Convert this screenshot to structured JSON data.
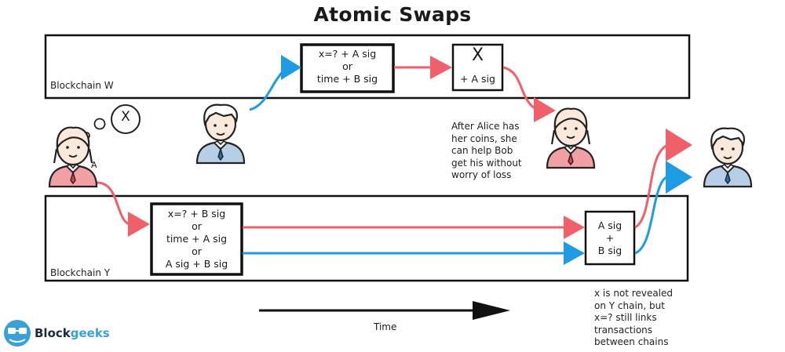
{
  "title": "Atomic Swaps",
  "chains": {
    "w_label": "Blockchain W",
    "y_label": "Blockchain Y"
  },
  "w_contract": {
    "line1": "x=? + A sig",
    "line2": "or",
    "line3": "time + B sig"
  },
  "w_claim": {
    "symbol": "X",
    "line2": "+ A sig"
  },
  "y_contract": {
    "line1": "x=? + B sig",
    "line2": "or",
    "line3": "time + A sig",
    "line4": "or",
    "line5": "A sig + B sig"
  },
  "y_claim": {
    "line1": "A sig",
    "line2": "+",
    "line3": "B sig"
  },
  "thought_symbol": "X",
  "alice_tag": "A",
  "note_alice": [
    "After Alice has",
    "her coins, she",
    "can help Bob",
    "get his without",
    "worry of loss"
  ],
  "note_chain": [
    "x is not revealed",
    "on Y chain, but",
    "x=? still links",
    "transactions",
    "between chains"
  ],
  "time_label": "Time",
  "brand": {
    "part1": "Block",
    "part2": "geeks"
  },
  "colors": {
    "red": "#f0606a",
    "blue": "#1e9be3",
    "skin": "#fbe9dc",
    "alice_shirt": "#f2a0a4",
    "bob_shirt": "#b7cfe6"
  }
}
